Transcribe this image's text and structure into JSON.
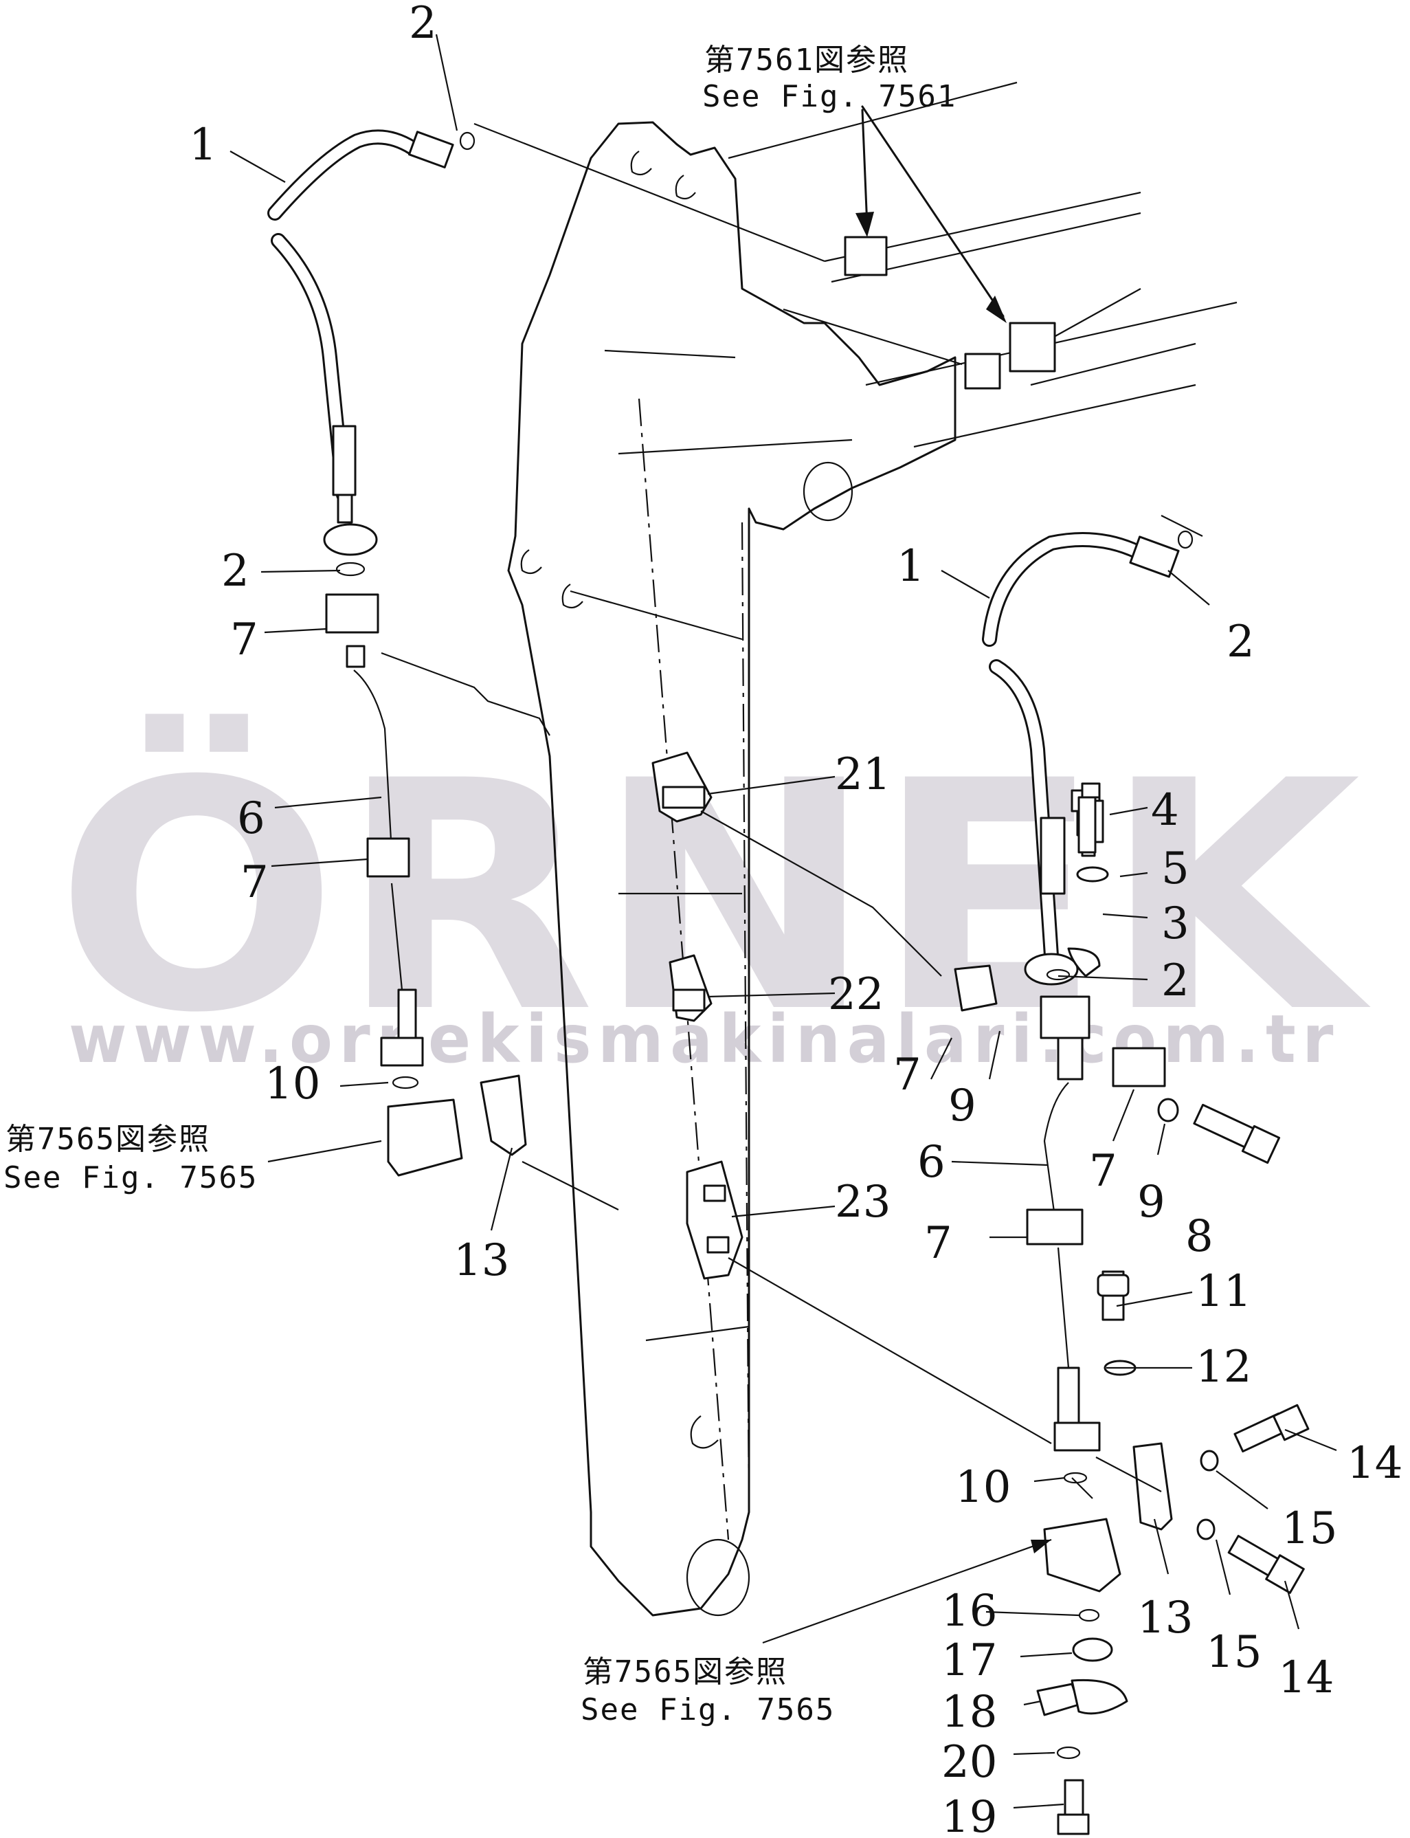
{
  "watermark": {
    "brand": "ÖRNEK",
    "url": "www.ornekismakinalari.com.tr",
    "accent_color": "#f3d27a",
    "text_color": "#d9d5dc"
  },
  "references": [
    {
      "id": "ref-7561",
      "jp": "第7561図参照",
      "en": "See  Fig. 7561"
    },
    {
      "id": "ref-7565-left",
      "jp": "第7565図参照",
      "en": "See  Fig. 7565"
    },
    {
      "id": "ref-7565-bottom",
      "jp": "第7565図参照",
      "en": "See  Fig. 7565"
    }
  ],
  "callouts": [
    "2",
    "1",
    "2",
    "7",
    "6",
    "7",
    "10",
    "13",
    "1",
    "2",
    "21",
    "4",
    "5",
    "3",
    "2",
    "22",
    "7",
    "9",
    "6",
    "7",
    "9",
    "8",
    "23",
    "7",
    "11",
    "12",
    "14",
    "10",
    "15",
    "13",
    "16",
    "15",
    "14",
    "17",
    "18",
    "20",
    "19"
  ]
}
